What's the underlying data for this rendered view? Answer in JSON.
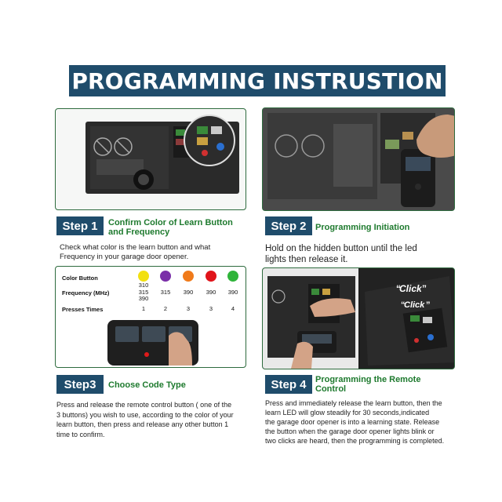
{
  "title": "PROGRAMMING INSTRUSTION",
  "step1": {
    "badge": "Step 1",
    "title_line1": "Confirm Color of Learn Button",
    "title_line2": "and Frequency",
    "desc_line1": "Check what color is the learn button and what",
    "desc_line2": "Frequency in your garage door opener."
  },
  "step2": {
    "badge": "Step 2",
    "title": "Programming Initiation",
    "desc_line1": "Hold on the hidden button until the led",
    "desc_line2": "lights then release it."
  },
  "step3": {
    "badge": "Step3",
    "title": "Choose Code Type",
    "desc_lines": [
      "Press and release the remote control button ( one of the",
      "3 buttons) you wish to use, according to the color of your",
      "learn button, then press and release any other button 1",
      "time to confirm."
    ]
  },
  "step4": {
    "badge": "Step 4",
    "title_line1": "Programming the Remote",
    "title_line2": "Control",
    "desc_lines": [
      "Press and immediately release the learn button,  then the",
      "learn LED will glow steadily for 30  seconds,indicated",
      "the garage door opener is into a learning state. Release",
      "the button when the garage door opener lights blink or",
      "two clicks are heard, then the programming is completed."
    ],
    "click_label": "Click"
  },
  "table": {
    "row_labels": [
      "Color Button",
      "Frequency (MHz)",
      "Presses Times"
    ],
    "columns": [
      {
        "color": "#f2e010",
        "frequency": [
          "310",
          "315",
          "390"
        ],
        "presses": "1"
      },
      {
        "color": "#7a2fa8",
        "frequency": [
          "315"
        ],
        "presses": "2"
      },
      {
        "color": "#f07a1a",
        "frequency": [
          "390"
        ],
        "presses": "3"
      },
      {
        "color": "#e0141a",
        "frequency": [
          "390"
        ],
        "presses": "3"
      },
      {
        "color": "#2fb43a",
        "frequency": [
          "390"
        ],
        "presses": "4"
      }
    ]
  },
  "colors": {
    "navy": "#1f4c6b",
    "green_text": "#1e7a2e",
    "panel_border": "#2e6b3e"
  }
}
